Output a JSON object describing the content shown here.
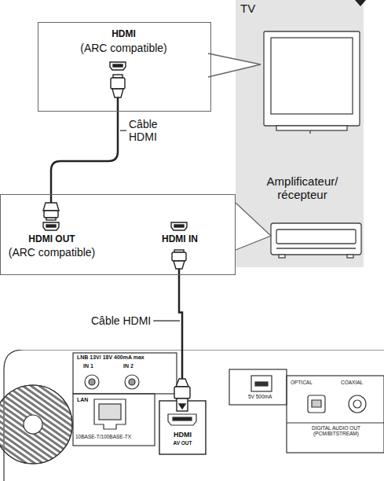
{
  "diagram": {
    "nodes": [
      {
        "text": [
          "TV",
          "Amplificateur/ récepteur"
        ]
      },
      {
        "text": [
          "HDMI",
          "(ARC compatible)"
        ]
      },
      {
        "text": [
          "HDMI OUT",
          "(ARC compatible)",
          "HDMI IN"
        ]
      },
      {
        "text": [
          "LNB 13V/ 18V 400mA max",
          "IN 1",
          "IN 2",
          "LAN",
          "10BASE-T/100BASE-TX",
          "5V 500mA",
          "OPTICAL",
          "COAXIAL",
          "DIGITAL AUDIO OUT (PCM/BITSTREAM)",
          "HDMI",
          "AV OUT"
        ]
      }
    ],
    "edges": [
      {
        "from": 1,
        "to": 2,
        "arrow": "none",
        "label": "Câble HDMI"
      },
      {
        "from": 2,
        "to": 3,
        "arrow": "none",
        "label": "Câble HDMI"
      }
    ]
  }
}
